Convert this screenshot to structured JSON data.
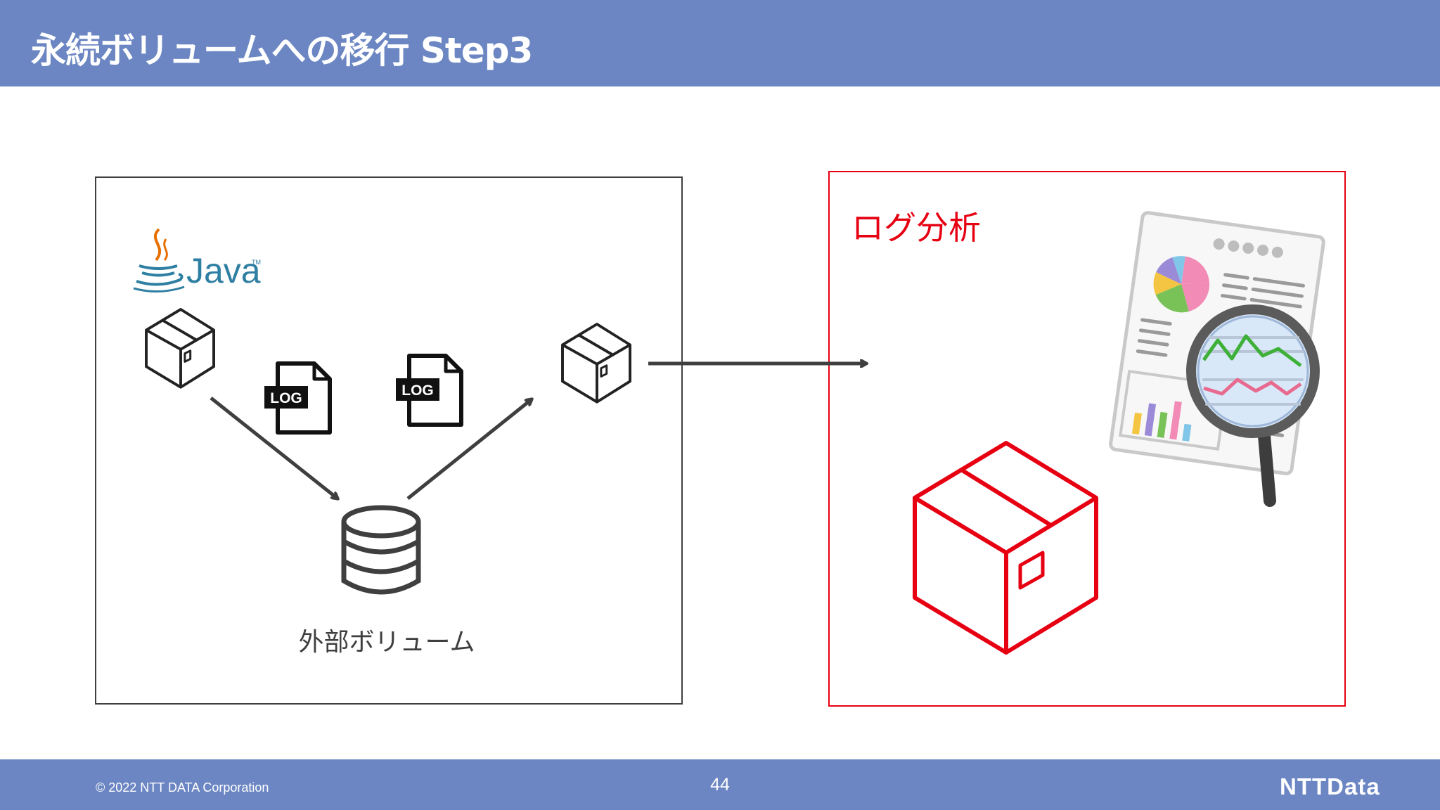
{
  "header": {
    "title": "永続ボリュームへの移行 Step3"
  },
  "left_panel": {
    "java_logo_text": "Java",
    "java_tm": "TM",
    "volume_label": "外部ボリューム",
    "log_file_label": "LOG"
  },
  "right_panel": {
    "title": "ログ分析"
  },
  "footer": {
    "copyright": "© 2022 NTT DATA Corporation",
    "page_number": "44",
    "logo": "NTTData"
  },
  "colors": {
    "header_bg": "#6b86c2",
    "accent_red": "#e60012",
    "dark": "#3f3f3f"
  },
  "icons": [
    "java-logo-icon",
    "container-box-icon",
    "log-file-icon",
    "database-icon",
    "report-magnifier-illustration"
  ]
}
